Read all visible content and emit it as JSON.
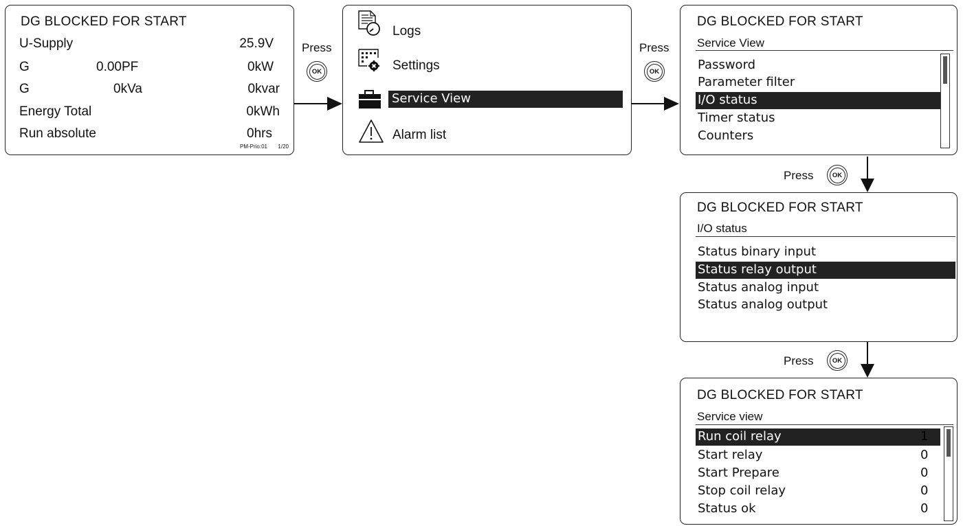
{
  "status_title": "DG BLOCKED FOR START",
  "press_label": "Press",
  "ok_label": "OK",
  "panel1": {
    "rows": [
      {
        "label": "U-Supply",
        "mid": "",
        "value": "25.9V"
      },
      {
        "label": "G",
        "mid": "0.00PF",
        "value": "0kW"
      },
      {
        "label": "G",
        "mid": "0kVa",
        "value": "0kvar"
      },
      {
        "label": "Energy Total",
        "mid": "",
        "value": "0kWh"
      },
      {
        "label": "Run absolute",
        "mid": "",
        "value": "0hrs"
      }
    ],
    "footer_prio": "PM-Prio:01",
    "footer_page": "1/20"
  },
  "panel2": {
    "items": [
      {
        "label": "Logs",
        "icon": "logs-icon"
      },
      {
        "label": "Settings",
        "icon": "settings-icon"
      },
      {
        "label": "Service View",
        "icon": "toolbox-icon",
        "selected": true
      },
      {
        "label": "Alarm list",
        "icon": "alarm-warning-icon"
      }
    ]
  },
  "panel3": {
    "subtitle": "Service View",
    "items": [
      "Password",
      "Parameter filter",
      "I/O status",
      "Timer status",
      "Counters"
    ],
    "selected": "I/O status"
  },
  "panel4": {
    "subtitle": "I/O status",
    "items": [
      "Status binary input",
      "Status relay output",
      "Status analog input",
      "Status analog output"
    ],
    "selected": "Status relay output"
  },
  "panel5": {
    "subtitle": "Service view",
    "rows": [
      {
        "label": "Run coil relay",
        "value": "1"
      },
      {
        "label": "Start relay",
        "value": "0"
      },
      {
        "label": "Start Prepare",
        "value": "0"
      },
      {
        "label": "Stop coil relay",
        "value": "0"
      },
      {
        "label": "Status ok",
        "value": "0"
      }
    ],
    "selected": "Run coil relay"
  },
  "colors": {
    "highlight": "#222222",
    "border": "#222222",
    "background": "#ffffff"
  }
}
